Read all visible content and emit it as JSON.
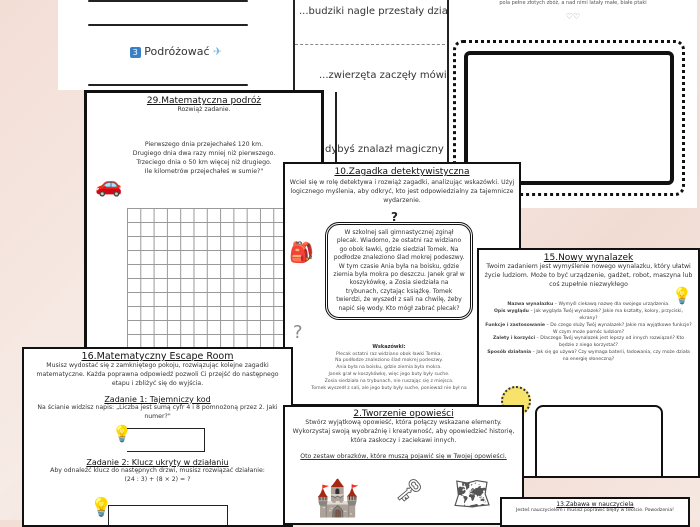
{
  "pageA": {
    "badge": "3",
    "label": "Podróżować",
    "icon": "airplane-icon"
  },
  "pageB": {
    "line1": "...budziki nagle przestały dzia",
    "line2": "...zwierzęta zaczęły mówi",
    "line3": "dybyś znalazł magiczny"
  },
  "pageC": {
    "text": "pola pełne złotych zbóż, a nad nimi latały małe, białe ptaki"
  },
  "p29": {
    "title": "29.Matematyczna podróż",
    "subtitle": "Rozwiąż zadanie.",
    "lines": [
      "Pierwszego dnia przejechałeś 120 km.",
      "Drugiego dnia dwa razy mniej niż pierwszego.",
      "Trzeciego dnia o 50 km więcej niż drugiego.",
      "Ile kilometrów przejechałeś w sumie?\""
    ]
  },
  "p10": {
    "title": "10.Zagadka detektywistyczna",
    "intro": "Wciel się w rolę detektywa i rozwiąż zagadki, analizując wskazówki. Użyj logicznego myślenia, aby odkryć, kto jest odpowiedzialny za tajemnicze wydarzenie.",
    "story": "W szkolnej sali gimnastycznej zginął plecak. Wiadomo, że ostatni raz widziano go obok ławki, gdzie siedział Tomek. Na podłodze znaleziono ślad mokrej podeszwy. W tym czasie Ania była na boisku, gdzie ziemia była mokra po deszczu. Janek grał w koszykówkę, a Zosia siedziała na trybunach, czytając książkę. Tomek twierdzi, że wyszedł z sali na chwilę, żeby napić się wody. Kto mógł zabrać plecak?",
    "hints_title": "Wskazówki:",
    "hints": [
      "Plecak ostatni raz widziano obok ławki Tomka.",
      "Na podłodze znaleziono ślad mokrej podeszwy.",
      "Ania była na boisku, gdzie ziemia była mokra.",
      "Janek grał w koszykówkę, więc jego buty były suche.",
      "Zosia siedziała na trybunach, nie ruszając się z miejsca.",
      "Tomek wyszedł z sali, ale jego buty były suche, ponieważ nie był na"
    ]
  },
  "p15": {
    "title": "15.Nowy wynalazek",
    "intro": "Twoim zadaniem jest wymyślenie nowego wynalazku, który ułatwi życie ludziom. Może to być urządzenie, gadżet, robot, maszyna lub coś zupełnie niezwykłego",
    "items": [
      {
        "k": "Nazwa wynalazku",
        "v": " – Wymyśl ciekawą nazwę dla swojego urządzenia."
      },
      {
        "k": "Opis wyglądu",
        "v": " – Jak wygląda Twój wynalazek? Jakie ma kształty, kolory, przyciski, ekrany?"
      },
      {
        "k": "Funkcje i zastosowanie",
        "v": " – Do czego służy Twój wynalazek? Jakie ma wyjątkowe funkcje? W czym może pomóc ludziom?"
      },
      {
        "k": "Zalety i korzyści",
        "v": " – Dlaczego Twój wynalazek jest lepszy od innych rozwiązań? Kto będzie z niego korzystać?"
      },
      {
        "k": "Sposób działania",
        "v": " – Jak się go używa? Czy wymaga baterii, ładowania, czy może działa na energię słoneczną?"
      }
    ]
  },
  "p16": {
    "title": "16.Matematyczny Escape Room",
    "intro": "Musisz wydostać się z zamkniętego pokoju, rozwiązując kolejne zagadki matematyczne. Każda poprawna odpowiedź pozwoli Ci przejść do następnego etapu i zbliżyć się do wyjścia.",
    "task1_title": "Zadanie 1: Tajemniczy kod",
    "task1": "Na ścianie widzisz napis: „Liczba jest sumą cyfr 4 i 8 pomnożoną przez 2. Jaki numer?\"",
    "task2_title": "Zadanie 2: Klucz ukryty w działaniu",
    "task2": "Aby odnaleźć klucz do następnych drzwi, musisz rozwiązać działanie:",
    "task2_eq": "(24 : 3) + (8 × 2) = ?"
  },
  "p2": {
    "title": "2.Tworzenie opowieści",
    "intro": "Stwórz wyjątkową opowieść, która połączy wskazane elementy. Wykorzystaj swoją wyobraźnię i kreatywność, aby opowiedzieć historię, która zaskoczy i zaciekawi innych.",
    "sub": "Oto zestaw obrazków, które muszą pojawić się w Twojej opowieści."
  },
  "p13": {
    "title": "13.Zabawa w nauczyciela",
    "text": "Jesteś nauczycielem i musisz poprawić błędy w tekście. Powodzenia!"
  }
}
